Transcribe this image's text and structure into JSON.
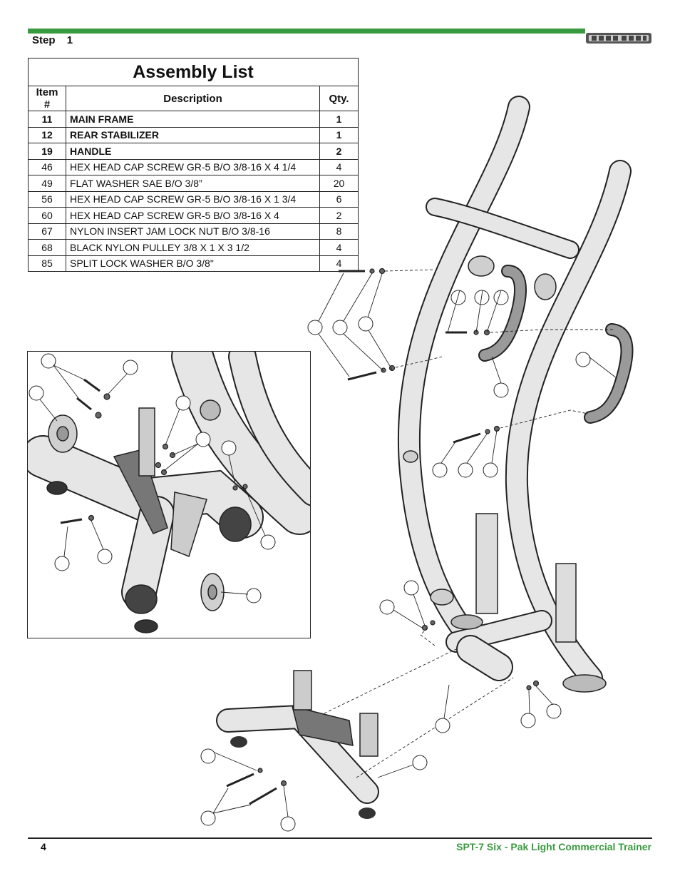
{
  "header": {
    "step_label": "Step",
    "step_number": "1",
    "accent_color": "#3a9a3f",
    "logo_icon": "tuff-stuff-logo"
  },
  "assembly_list": {
    "title": "Assembly List",
    "columns": [
      "Item #",
      "Description",
      "Qty."
    ],
    "rows": [
      {
        "item": "11",
        "description": "MAIN FRAME",
        "qty": "1",
        "bold": true
      },
      {
        "item": "12",
        "description": "REAR STABILIZER",
        "qty": "1",
        "bold": true
      },
      {
        "item": "19",
        "description": "HANDLE",
        "qty": "2",
        "bold": true
      },
      {
        "item": "46",
        "description": "HEX HEAD CAP SCREW GR-5 B/O 3/8-16 X 4 1/4",
        "qty": "4",
        "bold": false
      },
      {
        "item": "49",
        "description": "FLAT WASHER  SAE B/O 3/8”",
        "qty": "20",
        "bold": false
      },
      {
        "item": "56",
        "description": "HEX HEAD CAP SCREW GR-5 B/O 3/8-16 X 1 3/4",
        "qty": "6",
        "bold": false
      },
      {
        "item": "60",
        "description": "HEX HEAD CAP SCREW GR-5 B/O 3/8-16 X 4",
        "qty": "2",
        "bold": false
      },
      {
        "item": "67",
        "description": "NYLON INSERT JAM LOCK NUT B/O 3/8-16",
        "qty": "8",
        "bold": false
      },
      {
        "item": "68",
        "description": "BLACK NYLON PULLEY 3/8 X 1 X 3 1/2",
        "qty": "4",
        "bold": false
      },
      {
        "item": "85",
        "description": "SPLIT LOCK WASHER B/O 3/8\"",
        "qty": "4",
        "bold": false
      }
    ]
  },
  "footer": {
    "page_number": "4",
    "title": "SPT-7   Six - Pak Light Commercial Trainer"
  }
}
